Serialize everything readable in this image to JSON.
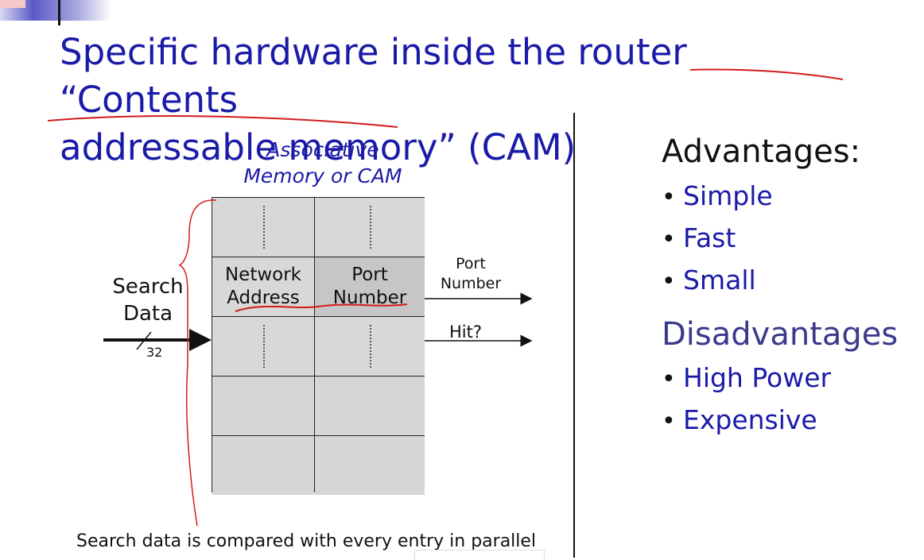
{
  "slide": {
    "title_line1": "Specific hardware inside the router “Contents",
    "title_line2": "addressable memory” (CAM)",
    "colors": {
      "title": "#1a1aa8",
      "ink": "#d41a1a",
      "cell": "#d8d8d8"
    }
  },
  "diagram": {
    "caption_line1": "Associative",
    "caption_line2": "Memory or CAM",
    "rows": [
      [
        "",
        ""
      ],
      [
        "Network\nAddress",
        "Port\nNumber"
      ],
      [
        "",
        ""
      ],
      [
        "",
        ""
      ],
      [
        "",
        ""
      ]
    ],
    "input_label_line1": "Search",
    "input_label_line2": "Data",
    "input_width": "32",
    "output_port_line1": "Port",
    "output_port_line2": "Number",
    "output_hit": "Hit?",
    "footer": "Search data is compared with every entry in parallel"
  },
  "advantages": {
    "heading": "Advantages:",
    "items": [
      "Simple",
      "Fast",
      "Small"
    ]
  },
  "disadvantages": {
    "heading": "Disadvantages",
    "items": [
      "High Power",
      "Expensive"
    ]
  }
}
